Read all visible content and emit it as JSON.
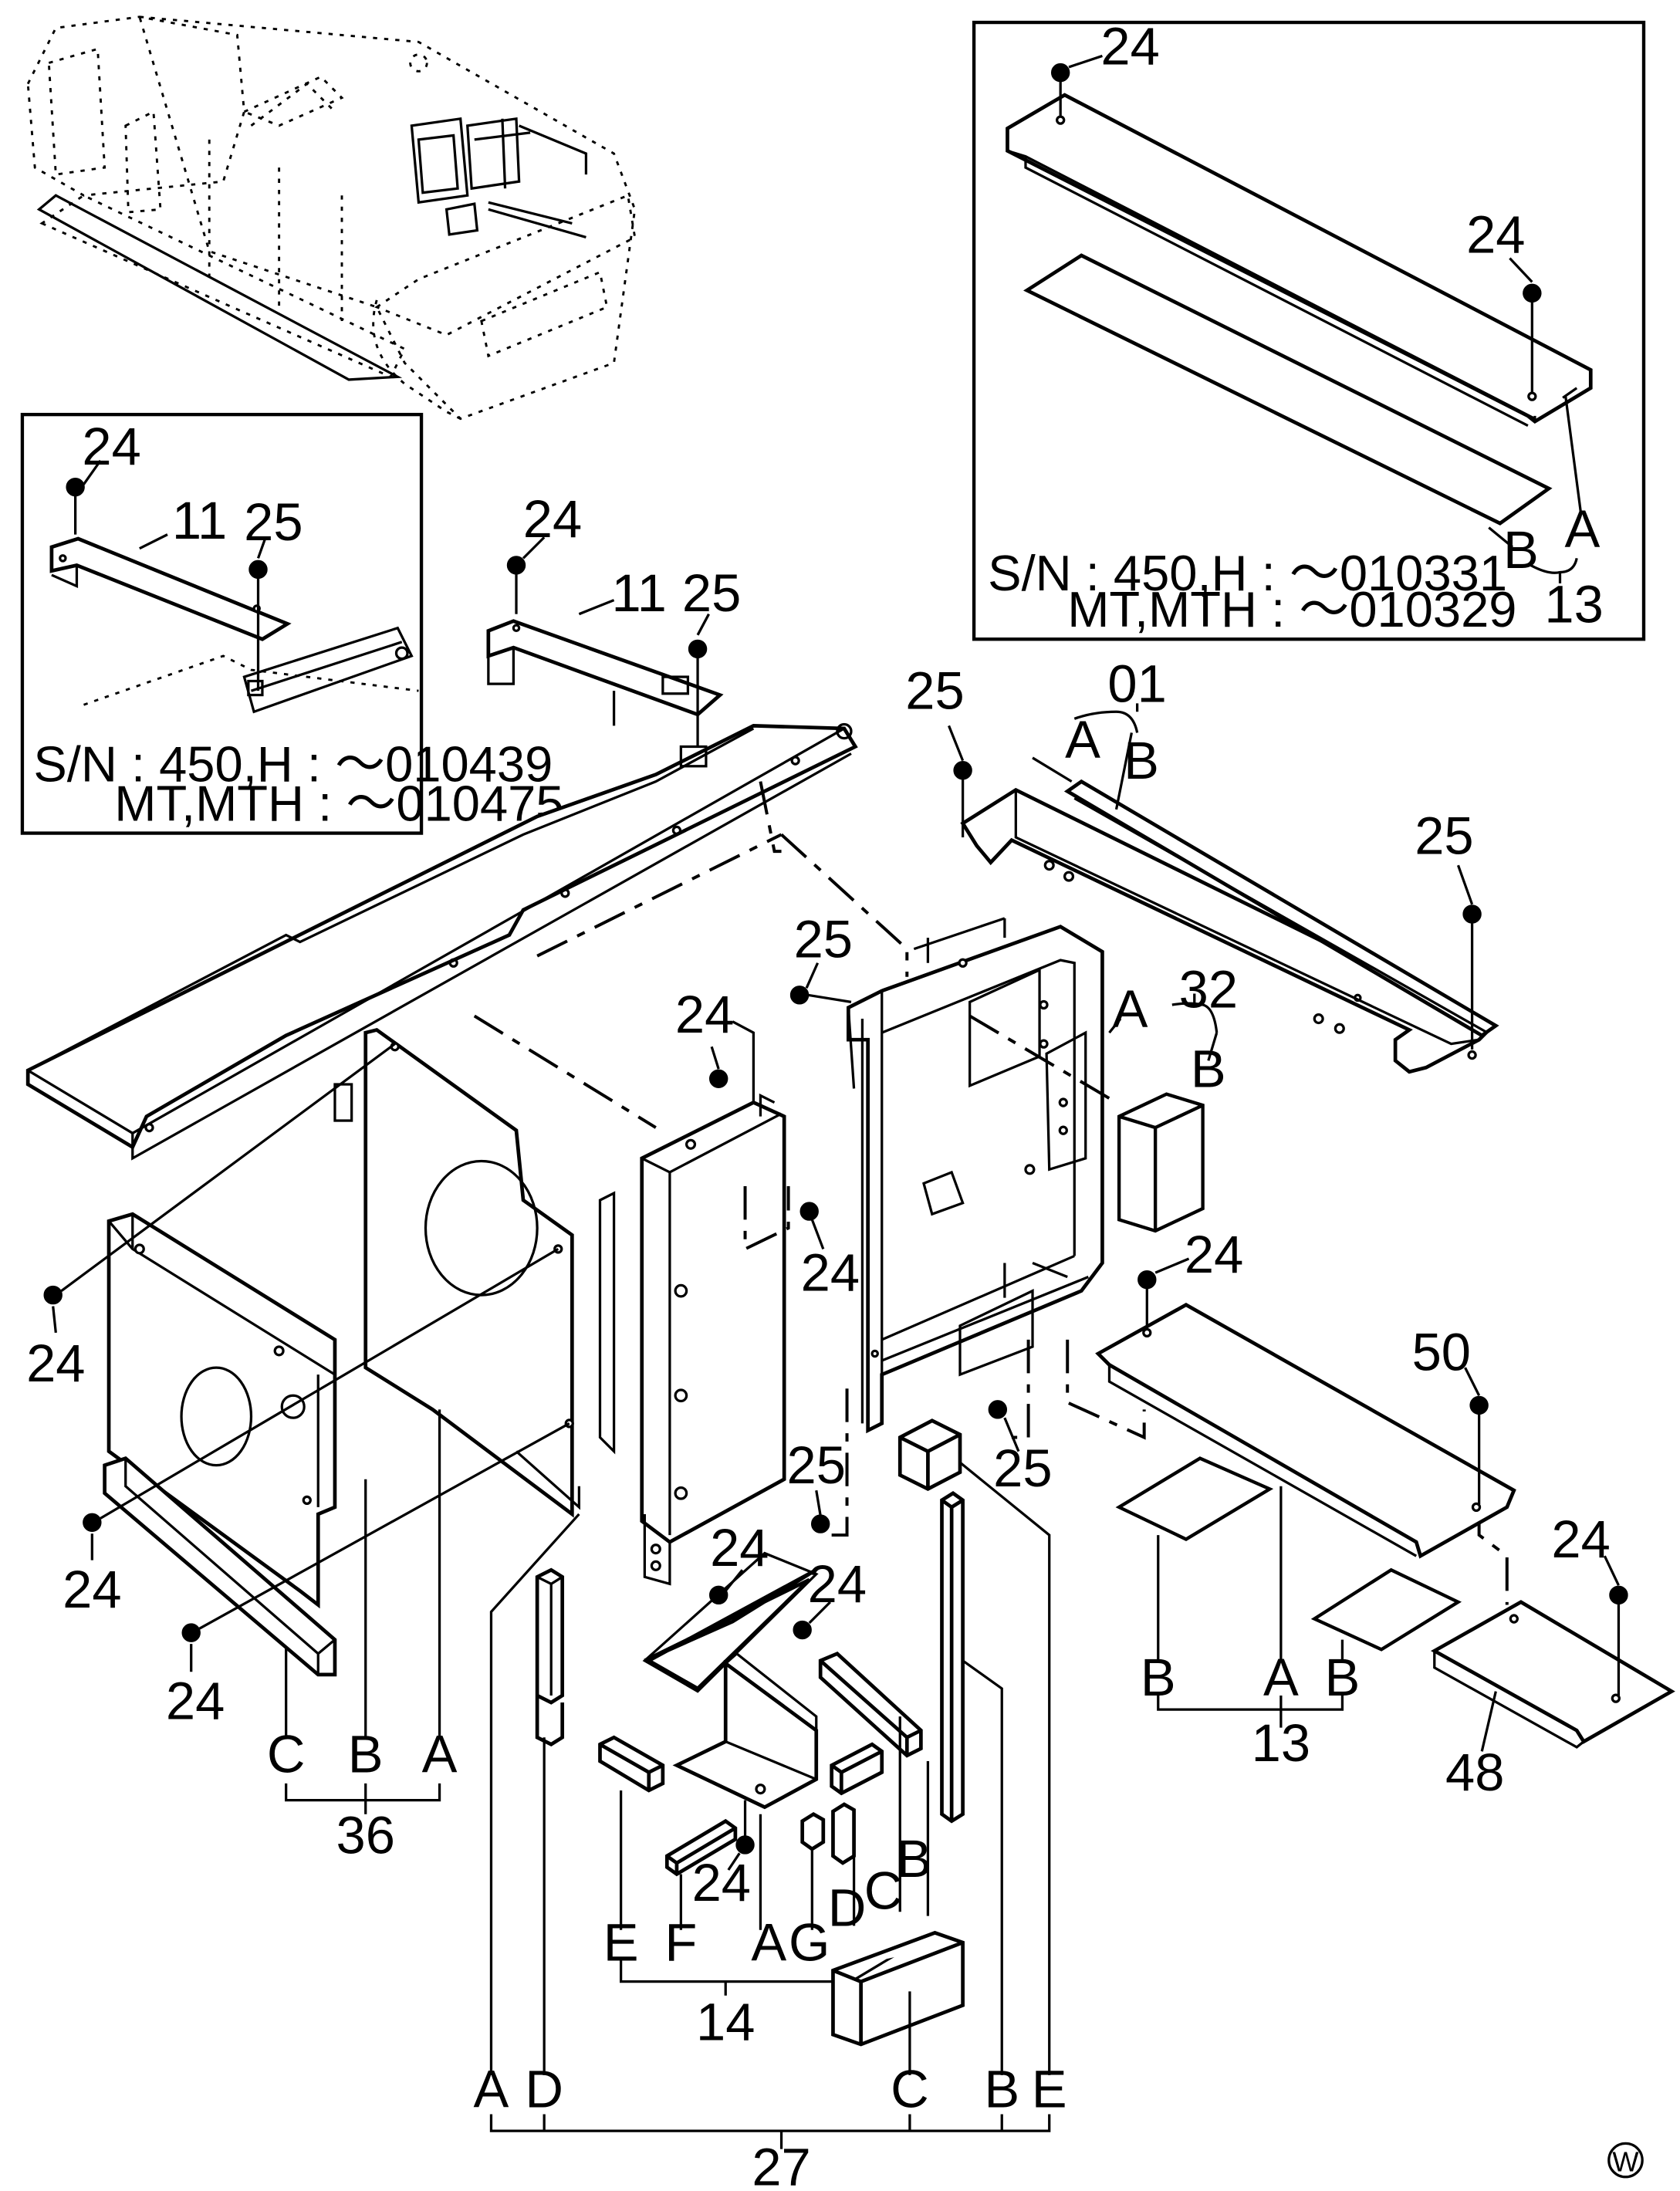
{
  "callouts": {
    "c_24_insetR_top": "24",
    "c_24_insetR_right": "24",
    "c_A_insetR": "A",
    "c_B_insetR": "B",
    "c_13_insetR": "13",
    "c_24_insetL": "24",
    "c_11_insetL": "11",
    "c_25_insetL": "25",
    "c_24_top_mid": "24",
    "c_11_mid": "11",
    "c_25_mid": "25",
    "c_25_bracket01": "25",
    "c_01": "01",
    "c_A_01": "A",
    "c_B_01": "B",
    "c_25_far_right": "25",
    "c_25_frame": "25",
    "c_A_frame": "A",
    "c_32": "32",
    "c_B_32": "B",
    "c_24_plate": "24",
    "c_24_plate_low": "24",
    "c_24_left1": "24",
    "c_24_left2": "24",
    "c_24_left3": "24",
    "c_24_right_cover": "24",
    "c_50": "50",
    "c_24_cover48": "24",
    "c_25_low_mid": "25",
    "c_25_low_left": "25",
    "c_24_lower1": "24",
    "c_24_lower2": "24",
    "c_24_bracket14": "24",
    "c_C_36": "C",
    "c_B_36": "B",
    "c_A_36": "A",
    "c_36": "36",
    "c_B_13L": "B",
    "c_A_13": "A",
    "c_B_13R": "B",
    "c_13": "13",
    "c_48": "48",
    "c_E_14": "E",
    "c_F_14": "F",
    "c_A_14": "A",
    "c_G_14": "G",
    "c_D_14": "D",
    "c_C_14": "C",
    "c_B_14": "B",
    "c_14": "14",
    "c_A_27": "A",
    "c_D_27": "D",
    "c_C_27": "C",
    "c_B_27": "B",
    "c_E_27": "E",
    "c_27": "27"
  },
  "serial_notes": {
    "insetR_line1": "S/N  :    450,H  :      ～010331",
    "insetR_line2": "MT,MTH  :     ～010329",
    "insetL_line1": "S/N  :    450,H  :      ～010439",
    "insetL_line2": "MT,MTH  :     ～010475"
  },
  "corner_mark": "W"
}
